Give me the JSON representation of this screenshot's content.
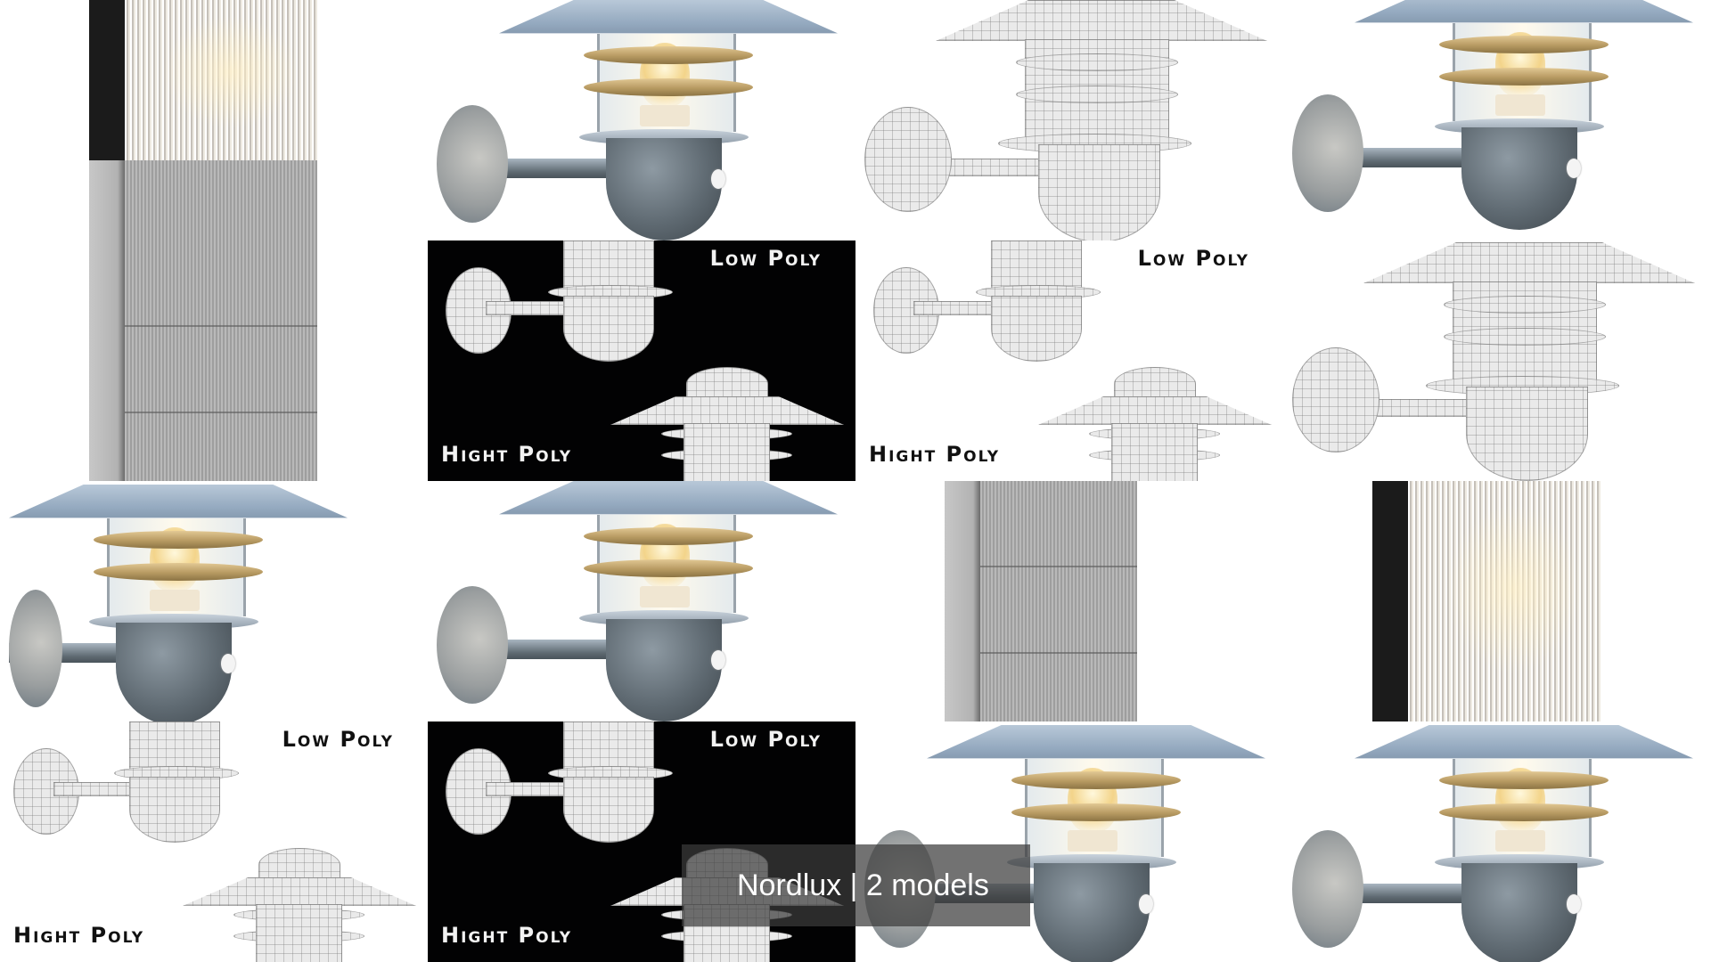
{
  "gallery": {
    "columns": 4,
    "rows": 4,
    "tile_size": [
      480,
      270
    ],
    "labels": {
      "low_poly": "Low Poly",
      "high_poly": "Hight Poly"
    },
    "tiles": [
      {
        "row": 0,
        "col": 0,
        "type": "glass-panel-split",
        "bg": "#ffffff"
      },
      {
        "row": 0,
        "col": 1,
        "type": "lamp-photo",
        "bg": "#ffffff"
      },
      {
        "row": 0,
        "col": 2,
        "type": "lamp-wireframe",
        "bg": "#ffffff"
      },
      {
        "row": 0,
        "col": 3,
        "type": "lamp-photo",
        "bg": "#ffffff"
      },
      {
        "row": 1,
        "col": 0,
        "type": "glass-panel-wireframe",
        "bg": "#ffffff"
      },
      {
        "row": 1,
        "col": 1,
        "type": "wireframe-compare",
        "bg": "#020203"
      },
      {
        "row": 1,
        "col": 2,
        "type": "wireframe-compare",
        "bg": "#ffffff"
      },
      {
        "row": 1,
        "col": 3,
        "type": "lamp-wireframe",
        "bg": "#ffffff"
      },
      {
        "row": 2,
        "col": 0,
        "type": "lamp-photo",
        "bg": "#ffffff"
      },
      {
        "row": 2,
        "col": 1,
        "type": "lamp-photo",
        "bg": "#ffffff"
      },
      {
        "row": 2,
        "col": 2,
        "type": "glass-panel-wireframe",
        "bg": "#ffffff"
      },
      {
        "row": 2,
        "col": 3,
        "type": "glass-panel-photo",
        "bg": "#ffffff"
      },
      {
        "row": 3,
        "col": 0,
        "type": "wireframe-compare",
        "bg": "#ffffff"
      },
      {
        "row": 3,
        "col": 1,
        "type": "wireframe-compare",
        "bg": "#020203"
      },
      {
        "row": 3,
        "col": 2,
        "type": "lamp-photo",
        "bg": "#ffffff"
      },
      {
        "row": 3,
        "col": 3,
        "type": "lamp-photo",
        "bg": "#ffffff"
      }
    ]
  },
  "caption": {
    "text": "Nordlux | 2 models",
    "brand": "Nordlux",
    "model_count": "2 models"
  },
  "colors": {
    "galvanized_shade": "#94a9bf",
    "brass_ring": "#b79a62",
    "dark_tile_bg": "#020203",
    "caption_bg": "rgba(60,60,60,0.72)"
  }
}
